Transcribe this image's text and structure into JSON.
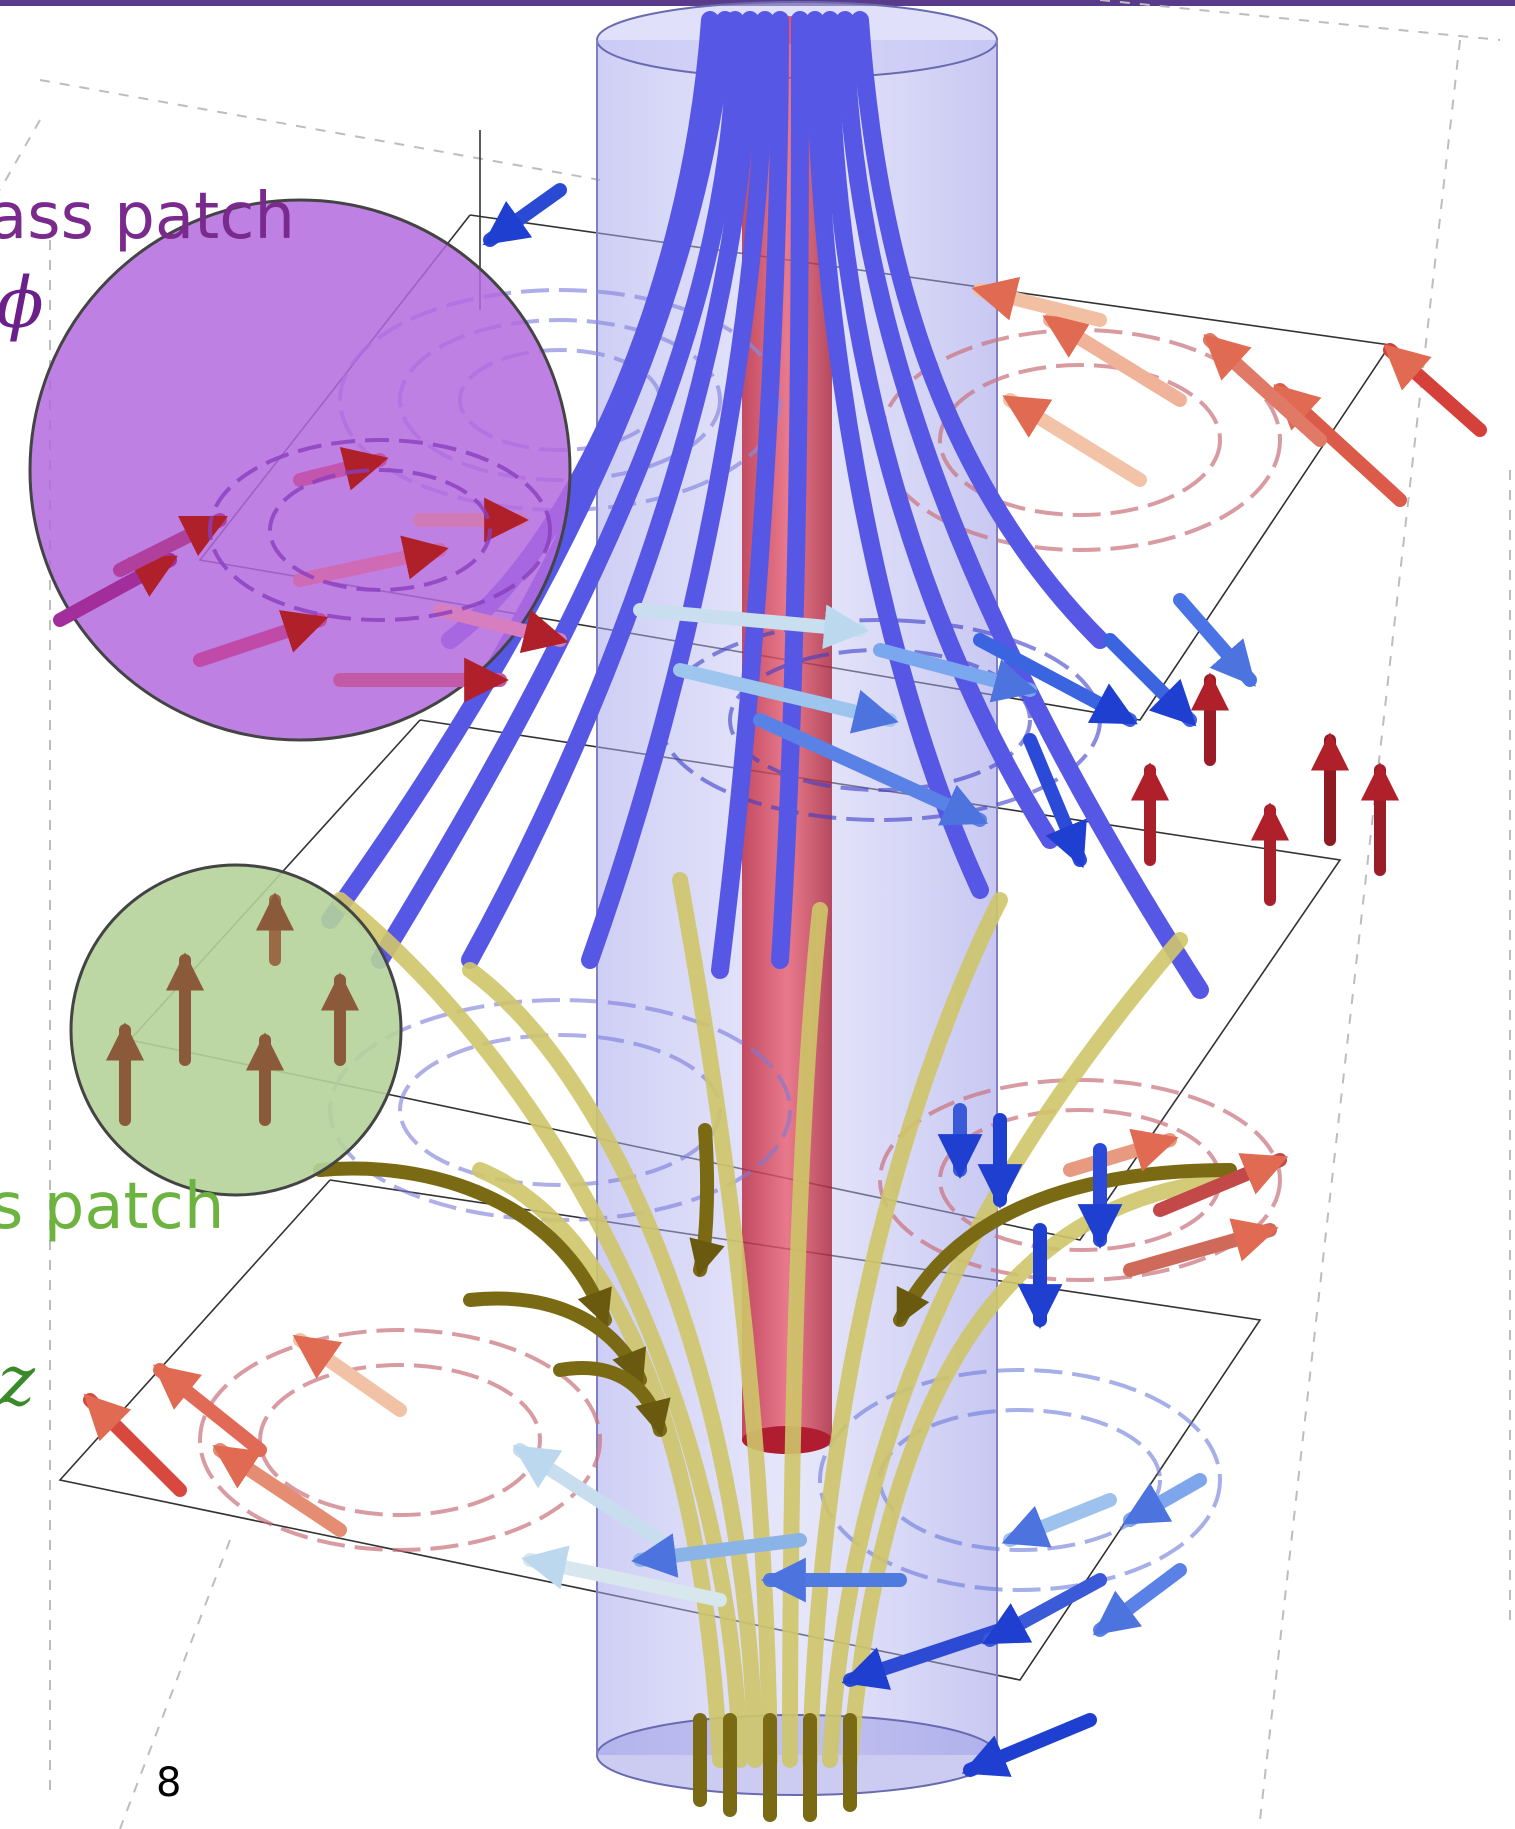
{
  "labels": {
    "top_patch": "ass patch",
    "bottom_patch": "s patch",
    "top_symbol": "ϕ",
    "bottom_symbol": "z",
    "page_number": "8"
  },
  "colors": {
    "top_label": "#7a2a8c",
    "bottom_label": "#6db33f",
    "top_symbol": "#6a1f8a",
    "bottom_symbol": "#3a8a2a",
    "magnifier_top": "#b46adf",
    "magnifier_bottom": "#b5d39a",
    "cylinder": "#8d8de6",
    "core": "#d8223a",
    "flux_lines_top": "#4a4ae0",
    "flux_lines_bottom": "#c9c25a",
    "arrow_warm": "#e86a5a",
    "arrow_cool": "#5a8ae8",
    "top_bar": "#5a3a8a"
  },
  "icons": [
    "arrow-field",
    "flux-tube",
    "magnifier-circle"
  ]
}
